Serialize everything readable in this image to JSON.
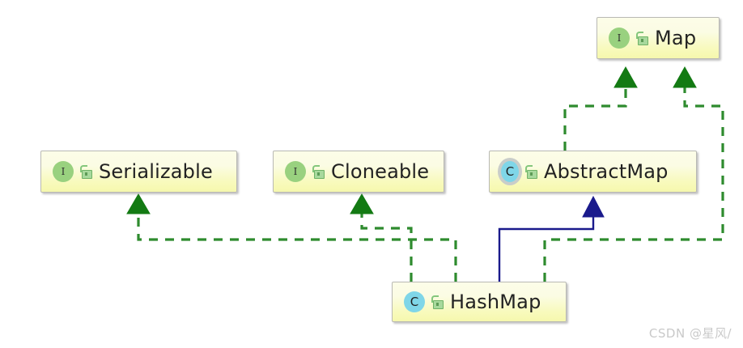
{
  "diagram": {
    "kind": "uml-class-hierarchy",
    "title": "HashMap class hierarchy",
    "background": "#ffffff",
    "colors": {
      "node_fill_top": "#fcfde8",
      "node_fill_bottom": "#f6f8ad",
      "node_border": "#b9b9b4",
      "interface_badge": "#99d17f",
      "class_badge": "#7fd6e8",
      "abstract_ring": "#c6cbc6",
      "lock_green": "#84c77c",
      "realization_line": "#2e8b2e",
      "generalization_line": "#1a1a8c",
      "watermark": "#c9c9c9"
    }
  },
  "nodes": [
    {
      "id": "map",
      "label": "Map",
      "stereotype": "interface",
      "badge_letter": "I",
      "visibility": "public",
      "visibility_icon": "open-lock-icon",
      "abstract": false
    },
    {
      "id": "serializable",
      "label": "Serializable",
      "stereotype": "interface",
      "badge_letter": "I",
      "visibility": "public",
      "visibility_icon": "open-lock-icon",
      "abstract": false
    },
    {
      "id": "cloneable",
      "label": "Cloneable",
      "stereotype": "interface",
      "badge_letter": "I",
      "visibility": "public",
      "visibility_icon": "open-lock-icon",
      "abstract": false
    },
    {
      "id": "abstractmap",
      "label": "AbstractMap",
      "stereotype": "class",
      "badge_letter": "C",
      "visibility": "public",
      "visibility_icon": "open-lock-icon",
      "abstract": true
    },
    {
      "id": "hashmap",
      "label": "HashMap",
      "stereotype": "class",
      "badge_letter": "C",
      "visibility": "public",
      "visibility_icon": "open-lock-icon",
      "abstract": false
    }
  ],
  "edges": [
    {
      "id": "hashmap-serializable",
      "from": "hashmap",
      "to": "serializable",
      "type": "realization",
      "style": "dashed",
      "arrow": "hollow-triangle-filled-green",
      "color": "#2e8b2e"
    },
    {
      "id": "hashmap-cloneable",
      "from": "hashmap",
      "to": "cloneable",
      "type": "realization",
      "style": "dashed",
      "arrow": "hollow-triangle-filled-green",
      "color": "#2e8b2e"
    },
    {
      "id": "hashmap-abstractmap",
      "from": "hashmap",
      "to": "abstractmap",
      "type": "generalization",
      "style": "solid",
      "arrow": "triangle-filled-navy",
      "color": "#1a1a8c"
    },
    {
      "id": "hashmap-map",
      "from": "hashmap",
      "to": "map",
      "type": "realization",
      "style": "dashed",
      "arrow": "hollow-triangle-filled-green",
      "color": "#2e8b2e"
    },
    {
      "id": "abstractmap-map",
      "from": "abstractmap",
      "to": "map",
      "type": "realization",
      "style": "dashed",
      "arrow": "hollow-triangle-filled-green",
      "color": "#2e8b2e"
    }
  ],
  "watermark": {
    "text": "CSDN @星风/"
  }
}
